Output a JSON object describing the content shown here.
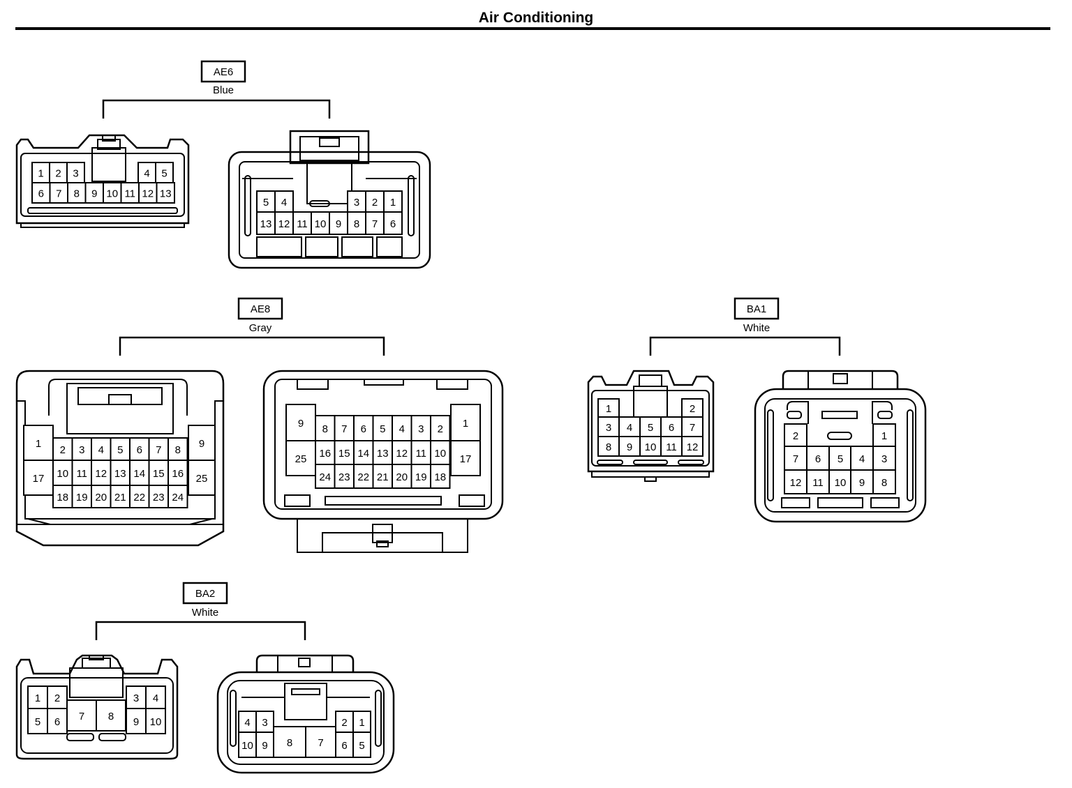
{
  "title": "Air Conditioning",
  "colors": {
    "ink": "#000000",
    "paper": "#ffffff"
  },
  "connectors": [
    {
      "id": "AE6",
      "color_label": "Blue",
      "female": {
        "pins": [
          [
            "1",
            "2",
            "3",
            "4",
            "5"
          ],
          [
            "6",
            "7",
            "8",
            "9",
            "10",
            "11",
            "12",
            "13"
          ]
        ]
      },
      "male": {
        "pins": [
          [
            "5",
            "4",
            "3",
            "2",
            "1"
          ],
          [
            "13",
            "12",
            "11",
            "10",
            "9",
            "8",
            "7",
            "6"
          ]
        ]
      }
    },
    {
      "id": "AE8",
      "color_label": "Gray",
      "female": {
        "pins": [
          [
            "1",
            "9",
            "17",
            "25"
          ],
          [
            "2",
            "3",
            "4",
            "5",
            "6",
            "7",
            "8"
          ],
          [
            "10",
            "11",
            "12",
            "13",
            "14",
            "15",
            "16"
          ],
          [
            "18",
            "19",
            "20",
            "21",
            "22",
            "23",
            "24"
          ]
        ]
      },
      "male": {
        "pins": [
          [
            "9",
            "25",
            "1",
            "17"
          ],
          [
            "8",
            "7",
            "6",
            "5",
            "4",
            "3",
            "2"
          ],
          [
            "16",
            "15",
            "14",
            "13",
            "12",
            "11",
            "10"
          ],
          [
            "24",
            "23",
            "22",
            "21",
            "20",
            "19",
            "18"
          ]
        ]
      }
    },
    {
      "id": "BA1",
      "color_label": "White",
      "female": {
        "pins": [
          [
            "1",
            "2"
          ],
          [
            "3",
            "4",
            "5",
            "6",
            "7"
          ],
          [
            "8",
            "9",
            "10",
            "11",
            "12"
          ]
        ]
      },
      "male": {
        "pins": [
          [
            "2",
            "1"
          ],
          [
            "7",
            "6",
            "5",
            "4",
            "3"
          ],
          [
            "12",
            "11",
            "10",
            "9",
            "8"
          ]
        ]
      }
    },
    {
      "id": "BA2",
      "color_label": "White",
      "female": {
        "pins": [
          [
            "1",
            "2",
            "3",
            "4"
          ],
          [
            "5",
            "6",
            "7",
            "8",
            "9",
            "10"
          ]
        ]
      },
      "male": {
        "pins": [
          [
            "4",
            "3",
            "2",
            "1"
          ],
          [
            "10",
            "9",
            "8",
            "7",
            "6",
            "5"
          ]
        ]
      }
    }
  ]
}
